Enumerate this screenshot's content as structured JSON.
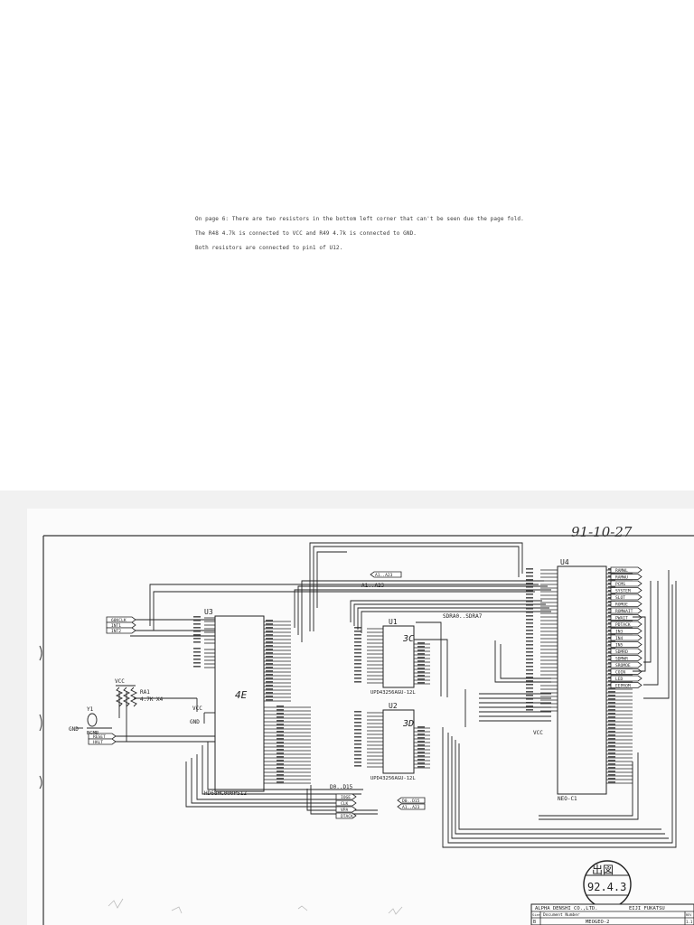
{
  "notes": [
    "On page 6: There are two resistors in the bottom left corner that can't be seen due the page fold.",
    "The R48 4.7k is connected to VCC and R49 4.7k is connected to GND.",
    "Both resistors are connected to pin1 of U12."
  ],
  "schematic": {
    "date_handwritten": "91-10-27",
    "stamp": {
      "top": "出図",
      "date": "92.4.3"
    },
    "title_block": {
      "company": "ALPHA DENSHI CO.,LTD.",
      "author": "EIJI FUKATSU",
      "size_label": "Size",
      "doc_label": "Document Number",
      "size": "B",
      "doc_number": "MEOGEO-2",
      "rev_label": "REV",
      "rev": "1.1"
    },
    "cpu": {
      "ref": "U3",
      "part": "HD68HC000PS12",
      "loc": "4E"
    },
    "ram1": {
      "ref": "U1",
      "part": "UPD43256AGU-12L",
      "loc": "3C"
    },
    "ram2": {
      "ref": "U2",
      "part": "UPD43256AGU-12L",
      "loc": "3D"
    },
    "gate_array": {
      "ref": "U4",
      "part": "NEO-C1",
      "loc": ""
    },
    "resistor_pack": {
      "ref": "RA1",
      "value": "4.7K X4"
    },
    "clock": {
      "ref": "Y1",
      "label": "BCMR"
    },
    "power": {
      "vcc": "VCC",
      "gnd": "GND"
    },
    "buses": {
      "addr": "A1..A23",
      "data": "D0..D15",
      "sdram": "SDRA0..SDRA7"
    },
    "net_labels_left": [
      "68KCLK",
      "INT1",
      "INT2",
      "RESET",
      "HALT"
    ],
    "net_labels_mid": [
      "A1..A23"
    ],
    "net_labels_right": [
      "RAMWL",
      "RAMWU",
      "PCMS",
      "SYSTEM",
      "SLOT",
      "ROMOE",
      "ROMWAIT",
      "PWAIT",
      "PDTACK",
      "IN3",
      "IN4",
      "IN5",
      "SDMRD",
      "SDMWR",
      "SROMOE",
      "COIN",
      "LED",
      "EEPROM"
    ],
    "net_labels_bottom": [
      "D0..D15",
      "A1..A23",
      "IOGE",
      "CLK",
      "VPA",
      "DTACK"
    ]
  }
}
